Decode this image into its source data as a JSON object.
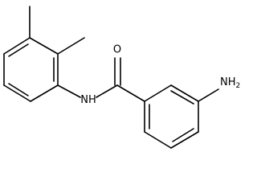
{
  "molecule": {
    "labels": {
      "oxygen": "O",
      "amide_nitrogen": "N",
      "amide_hydrogen": "H",
      "amino_nitrogen": "N",
      "amino_hydrogen": "H",
      "amino_subscript": "2"
    },
    "colors": {
      "bond": "#000000",
      "label": "#000000",
      "background": "#ffffff"
    }
  }
}
